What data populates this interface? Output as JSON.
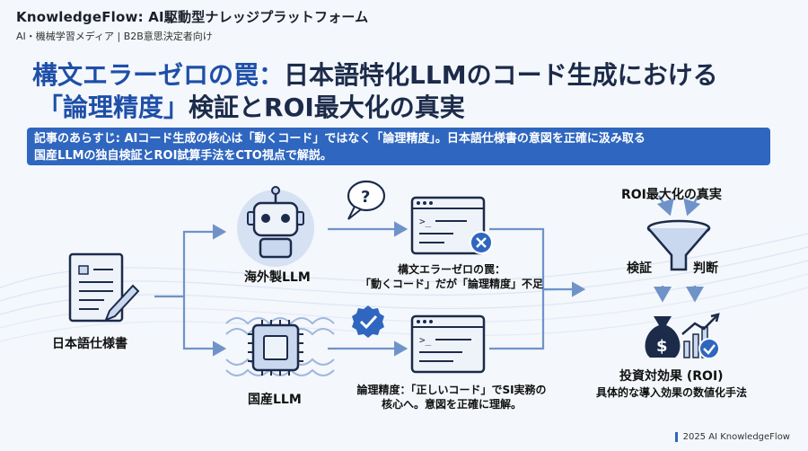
{
  "header": {
    "brand": "KnowledgeFlow: AI駆動型ナレッジプラットフォーム",
    "subtitle": "AI・機械学習メディア | B2B意思決定者向け"
  },
  "title": {
    "line1_blue": "構文エラーゼロの罠：",
    "line1_dark": "日本語特化LLMのコード生成における",
    "line2_blue": "「論理精度」",
    "line2_dark": "検証とROI最大化の真実"
  },
  "summary": {
    "line1": "記事のあらすじ: AIコード生成の核心は「動くコード」ではなく「論理精度」。日本語仕様書の意図を正確に汲み取る",
    "line2": "国産LLMの独自検証とROI試算手法をCTO視点で解説。"
  },
  "diagram": {
    "spec_label": "日本語仕様書",
    "foreign_label": "海外製LLM",
    "domestic_label": "国産LLM",
    "foreign_result_line1": "構文エラーゼロの罠：",
    "foreign_result_line2": "「動くコード」だが「論理精度」不足",
    "domestic_result_line1": "論理精度：「正しいコード」でSI実務の",
    "domestic_result_line2": "核心へ。意図を正確に理解。",
    "roi_title": "ROI最大化の真実",
    "verify_label": "検証",
    "judge_label": "判断",
    "roi_label": "投資対効果 (ROI)",
    "roi_sub": "具体的な導入効果の数値化手法"
  },
  "footer": {
    "text": "2025 AI KnowledgeFlow"
  },
  "colors": {
    "accent": "#2f66bf",
    "title_blue": "#1e4fa8",
    "icon_fill": "#c9d8ef",
    "icon_stroke": "#1c2b4a",
    "error": "#2f66bf"
  }
}
